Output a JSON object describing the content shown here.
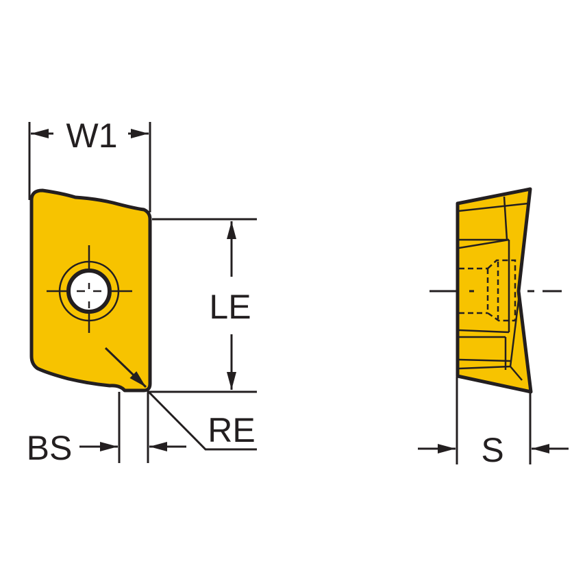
{
  "labels": {
    "w1": "W1",
    "le": "LE",
    "re": "RE",
    "bs": "BS",
    "s": "S"
  },
  "colors": {
    "insert_fill": "#f7c300",
    "outline": "#231f20"
  }
}
